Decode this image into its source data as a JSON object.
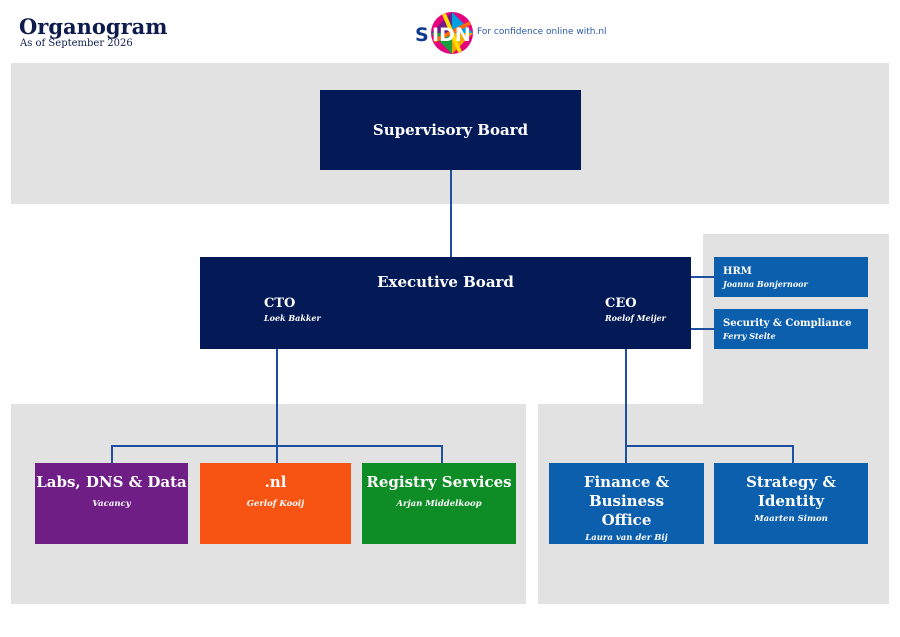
{
  "header": {
    "title": "Organogram",
    "subtitle": "As of September 2026",
    "logo_text": "SIDN",
    "tagline": "For confidence online with.nl"
  },
  "supervisory_board": {
    "label": "Supervisory Board"
  },
  "executive_board": {
    "label": "Executive Board",
    "cto": {
      "role": "CTO",
      "name": "Loek Bakker"
    },
    "ceo": {
      "role": "CEO",
      "name": "Roelof Meijer"
    }
  },
  "staff": [
    {
      "title": "HRM",
      "name": "Joanna Bonjernoor"
    },
    {
      "title": "Security & Compliance",
      "name": "Ferry Stelte"
    }
  ],
  "cto_units": [
    {
      "name": "Labs, DNS & Data",
      "person": "Vacancy",
      "color": "#6f1e86"
    },
    {
      "name": ".nl",
      "person": "Gerlof Kooij",
      "color": "#f75313"
    },
    {
      "name": "Registry Services",
      "person": "Arjan Middelkoop",
      "color": "#0e8c26"
    }
  ],
  "ceo_units": [
    {
      "name": "Finance & Business Office",
      "person": "Laura van der Bij",
      "color": "#0b5fad"
    },
    {
      "name": "Strategy & Identity",
      "person": "Maarten Simon",
      "color": "#0b5fad"
    }
  ],
  "colors": {
    "navy": "#041a57",
    "blue": "#0b5fad",
    "panel": "#e2e2e2",
    "line": "#1f4fa0"
  }
}
